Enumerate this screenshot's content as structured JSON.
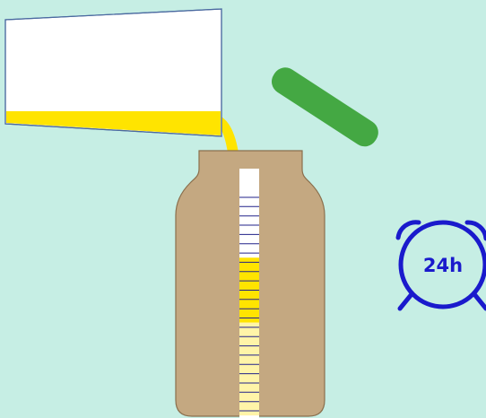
{
  "colors": {
    "background": "#c6eee4",
    "jar": "#c4a881",
    "jar_outline": "#8a6f4d",
    "liquid": "#ffe400",
    "liquid_light": "#fff4a8",
    "cap": "#44a843",
    "measuring_jug": "#ffffff",
    "jug_outline": "#4b6aa0",
    "timer": "#1a1acc",
    "tick_lines": "#22228a"
  },
  "icons": {
    "cap": "jar-lid-icon",
    "timer": "alarm-clock-icon"
  },
  "jar": {
    "scale_marks": 24,
    "filled_marks": 7,
    "lighter_marks": 10
  },
  "timer": {
    "label": "24h"
  }
}
